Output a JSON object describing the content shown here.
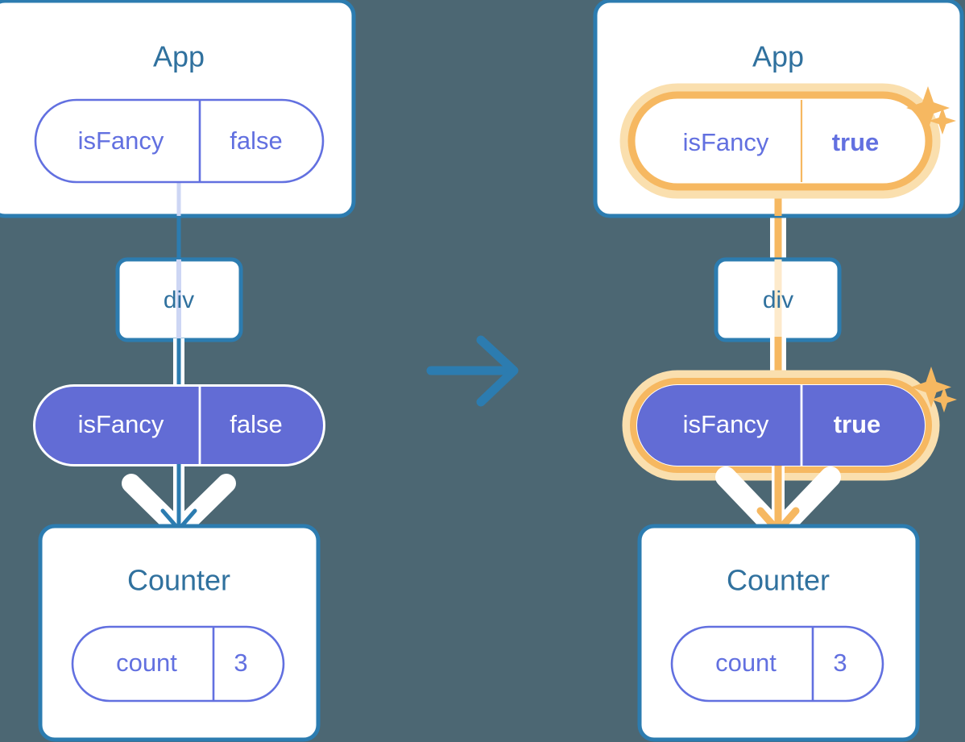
{
  "meta": {
    "title": "React state flow diagram: lifting state up",
    "background_color": "#4c6773",
    "colors": {
      "box_border_blue": "#2c7cb0",
      "title_blue": "#30719e",
      "pill_purple_text": "#6270e0",
      "pill_purple_fill": "#626cd5",
      "highlight_orange": "#f6b861",
      "highlight_orange_glow": "#fadfae",
      "white": "#ffffff"
    }
  },
  "panels": [
    {
      "id": "before",
      "app": {
        "title": "App",
        "state_pill": {
          "name": "isFancy",
          "value": "false",
          "style": "outline",
          "highlighted": false,
          "bold_value": false
        }
      },
      "intermediate": {
        "label": "div"
      },
      "prop_pill": {
        "name": "isFancy",
        "value": "false",
        "style": "filled",
        "highlighted": false,
        "bold_value": false
      },
      "counter": {
        "title": "Counter",
        "state_pill": {
          "name": "count",
          "value": "3",
          "style": "outline",
          "highlighted": false,
          "bold_value": false
        }
      },
      "sparkles": []
    },
    {
      "id": "after",
      "app": {
        "title": "App",
        "state_pill": {
          "name": "isFancy",
          "value": "true",
          "style": "outline",
          "highlighted": true,
          "bold_value": true
        }
      },
      "intermediate": {
        "label": "div"
      },
      "prop_pill": {
        "name": "isFancy",
        "value": "true",
        "style": "filled",
        "highlighted": true,
        "bold_value": true
      },
      "counter": {
        "title": "Counter",
        "state_pill": {
          "name": "count",
          "value": "3",
          "style": "outline",
          "highlighted": false,
          "bold_value": false
        }
      },
      "sparkles": [
        "sparkle-large",
        "sparkle-small",
        "sparkle-large",
        "sparkle-small"
      ]
    }
  ],
  "transition": {
    "icon": "arrow-right-icon",
    "color": "#2c7cb0"
  }
}
